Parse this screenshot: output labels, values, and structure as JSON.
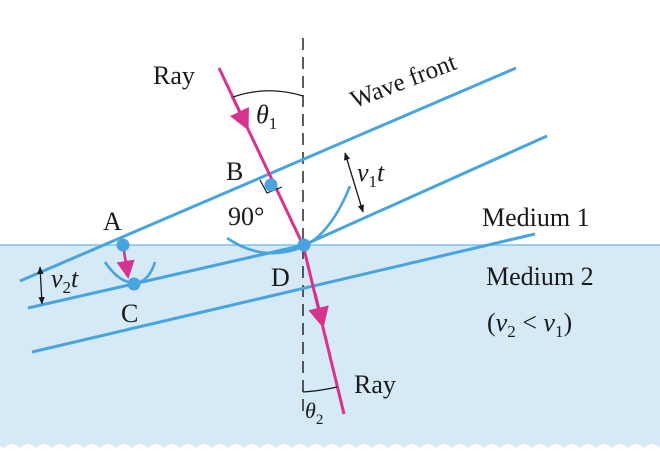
{
  "colors": {
    "medium2_fill": "#d6e9f7",
    "wavefront": "#48a4df",
    "ray": "#d8328f",
    "normal": "#333333",
    "text": "#1a1a1a",
    "interface": "#7fc0e8"
  },
  "labels": {
    "ray_incident": "Ray",
    "ray_refracted": "Ray",
    "wave_front": "Wave front",
    "theta": "θ",
    "theta1_sub": "1",
    "theta2_sub": "2",
    "v": "v",
    "v1_sub": "1",
    "v2_sub": "2",
    "t": "t",
    "point_a": "A",
    "point_b": "B",
    "point_c": "C",
    "point_d": "D",
    "right_angle": "90°",
    "medium1": "Medium 1",
    "medium2": "Medium 2",
    "condition_open": "(",
    "condition_lt": " < ",
    "condition_close": ")"
  }
}
